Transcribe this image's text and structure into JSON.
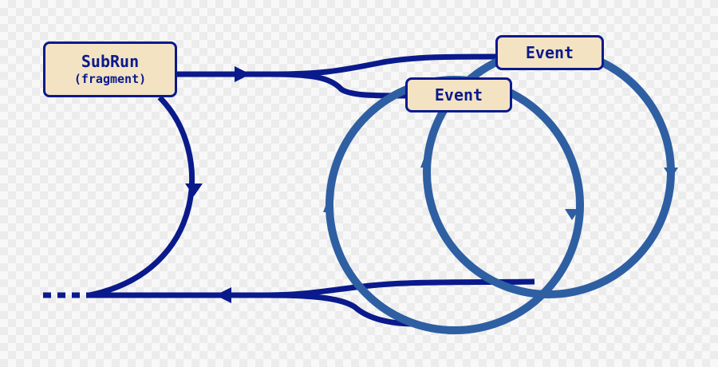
{
  "colors": {
    "run_path": "#0a1a8c",
    "event_loop": "#2e5fa3",
    "node_fill": "#f3e3c2",
    "node_border": "#0a1a8c",
    "node_text": "#0a1a8c"
  },
  "nodes": {
    "subrun": {
      "title": "SubRun",
      "subtitle": "(fragment)"
    },
    "event_1": {
      "title": "Event"
    },
    "event_2": {
      "title": "Event"
    }
  }
}
